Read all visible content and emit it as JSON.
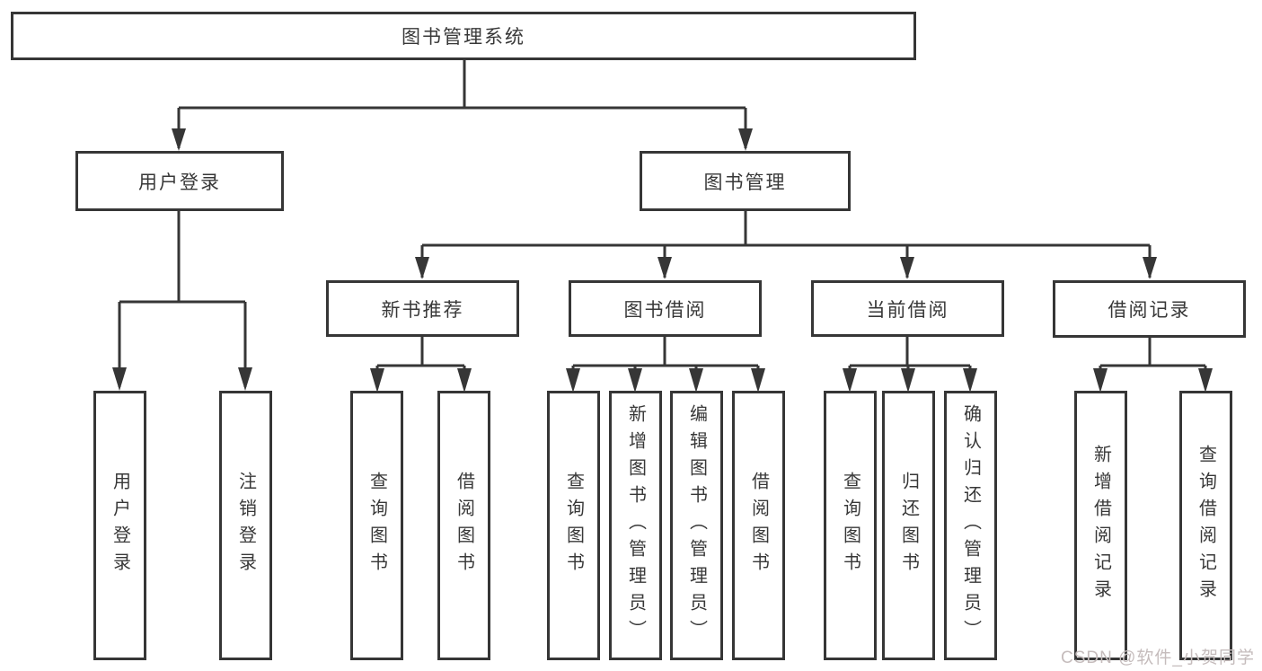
{
  "tree": {
    "label": "图书管理系统",
    "children": [
      {
        "label": "用户登录",
        "children": [
          {
            "label": "用户登录"
          },
          {
            "label": "注销登录"
          }
        ]
      },
      {
        "label": "图书管理",
        "children": [
          {
            "label": "新书推荐",
            "children": [
              {
                "label": "查询图书"
              },
              {
                "label": "借阅图书"
              }
            ]
          },
          {
            "label": "图书借阅",
            "children": [
              {
                "label": "查询图书"
              },
              {
                "label": "新增图书（管理员）"
              },
              {
                "label": "编辑图书（管理员）"
              },
              {
                "label": "借阅图书"
              }
            ]
          },
          {
            "label": "当前借阅",
            "children": [
              {
                "label": "查询图书"
              },
              {
                "label": "归还图书"
              },
              {
                "label": "确认归还（管理员）"
              }
            ]
          },
          {
            "label": "借阅记录",
            "children": [
              {
                "label": "新增借阅记录"
              },
              {
                "label": "查询借阅记录"
              }
            ]
          }
        ]
      }
    ]
  },
  "watermark": {
    "text": "CSDN @软件_小贺同学"
  },
  "colors": {
    "line": "#363636",
    "text": "#383838",
    "watermark": "#c5bcbc",
    "bg": "#ffffff"
  }
}
